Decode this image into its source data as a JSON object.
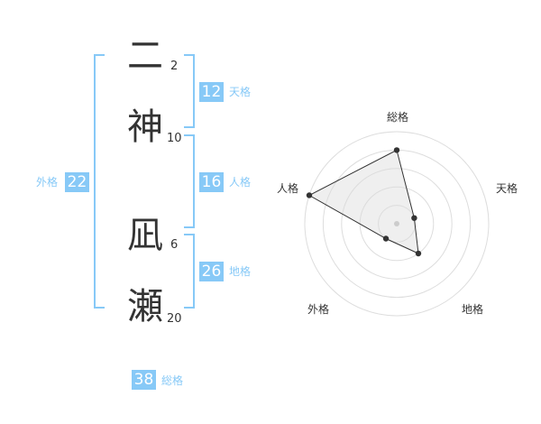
{
  "name": {
    "chars": [
      {
        "char": "二",
        "strokes": "2"
      },
      {
        "char": "神",
        "strokes": "10"
      },
      {
        "char": "凪",
        "strokes": "6"
      },
      {
        "char": "瀬",
        "strokes": "20"
      }
    ]
  },
  "kaku": {
    "tenkaku": {
      "value": "12",
      "label": "天格"
    },
    "jinkaku": {
      "value": "16",
      "label": "人格"
    },
    "chikaku": {
      "value": "26",
      "label": "地格"
    },
    "gaikaku": {
      "value": "22",
      "label": "外格"
    },
    "soukaku": {
      "value": "38",
      "label": "総格"
    }
  },
  "radar": {
    "labels": {
      "top": "総格",
      "right": "天格",
      "bottom_right": "地格",
      "bottom_left": "外格",
      "left": "人格"
    },
    "levels": 5,
    "values": {
      "soukaku": 4,
      "tenkaku": 1,
      "chikaku": 2,
      "gaikaku": 1,
      "jinkaku": 5
    }
  }
}
